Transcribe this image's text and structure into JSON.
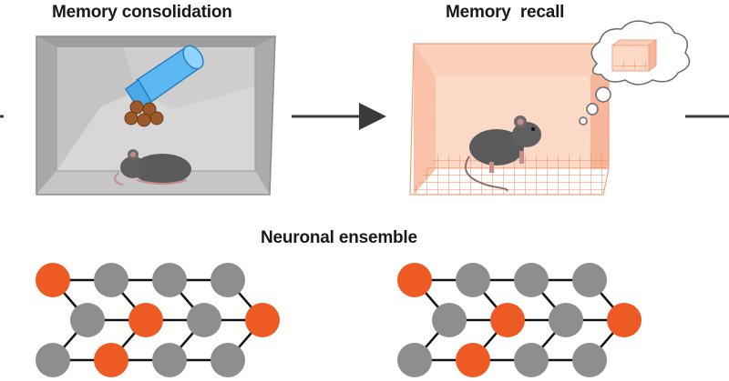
{
  "stages": {
    "consolidation": {
      "title": "Memory consolidation"
    },
    "recall": {
      "title": "Memory  recall"
    }
  },
  "ensemble": {
    "title": "Neuronal ensemble",
    "grids": [
      {
        "active": [
          "r0c0",
          "r1c1",
          "r1c3",
          "r2c1"
        ]
      },
      {
        "active": [
          "r0c0",
          "r1c1",
          "r1c3",
          "r2c1"
        ]
      }
    ]
  },
  "colors": {
    "active_neuron": "#ee5a24",
    "inactive_neuron": "#8e8e8e",
    "cage_gray": "#bdbdbd",
    "cage_peach": "#f7b59a",
    "tube_blue": "#4aa8e8",
    "arrow": "#3a3a3a"
  }
}
